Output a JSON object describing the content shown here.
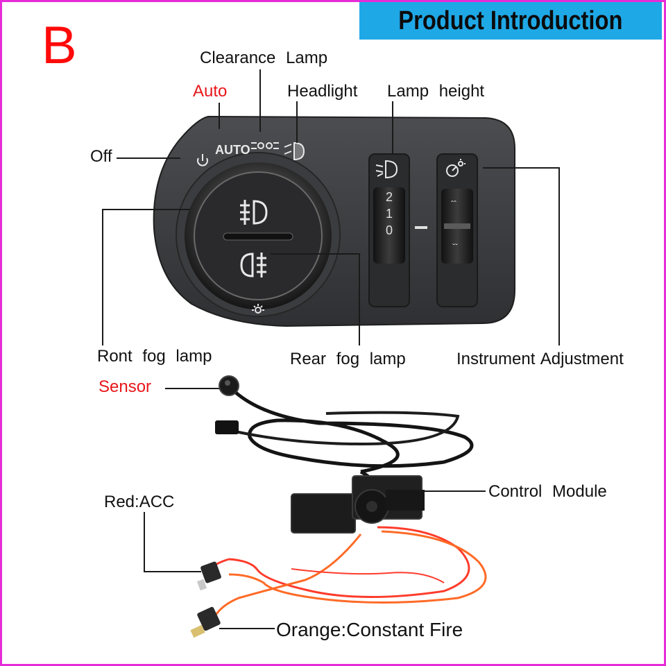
{
  "banner": {
    "title": "Product Introduction"
  },
  "variant_letter": "B",
  "switch_labels": {
    "clearance_lamp": "Clearance Lamp",
    "auto": "Auto",
    "headlight": "Headlight",
    "lamp_height": "Lamp height",
    "off": "Off",
    "front_fog_lamp": "Ront fog lamp",
    "rear_fog_lamp": "Rear fog lamp",
    "instrument_adjustment": "Instrument Adjustment"
  },
  "knob_markings": {
    "auto": "AUTO",
    "dial_values": [
      "2",
      "1",
      "0"
    ]
  },
  "kit_labels": {
    "sensor": "Sensor",
    "control_module": "Control Module",
    "red_wire": "Red:ACC",
    "orange_wire": "Orange:Constant Fire"
  },
  "colors": {
    "frame": "#e62bd9",
    "banner": "#1fa8e6",
    "accent_red": "#e8161a",
    "wire_red": "#ff3b2b",
    "wire_orange": "#ff6a26"
  }
}
